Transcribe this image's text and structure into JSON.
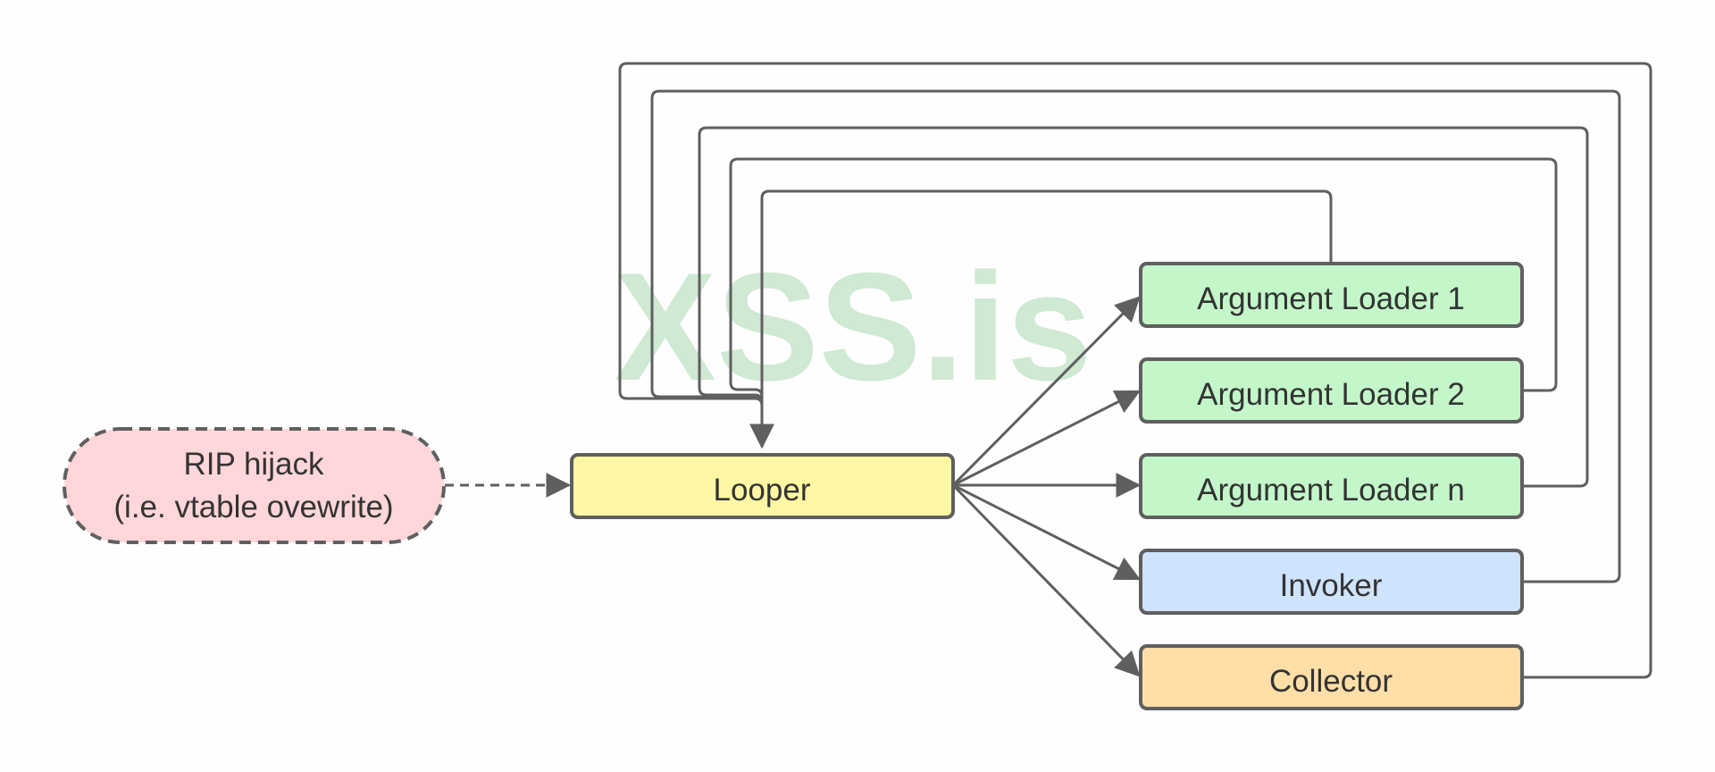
{
  "watermark": "XSS.is",
  "nodes": {
    "rip": {
      "line1": "RIP hijack",
      "line2": "(i.e. vtable ovewrite)"
    },
    "looper": {
      "label": "Looper"
    },
    "loader1": {
      "label": "Argument Loader 1"
    },
    "loader2": {
      "label": "Argument Loader 2"
    },
    "loadern": {
      "label": "Argument Loader n"
    },
    "invoker": {
      "label": "Invoker"
    },
    "collector": {
      "label": "Collector"
    }
  },
  "colors": {
    "stroke": "#5f5f5f",
    "rip_fill": "#ffd6d9",
    "looper_fill": "#fff7a3",
    "loader_fill": "#c3f7c9",
    "invoker_fill": "#cfe3fd",
    "collector_fill": "#ffdfa7",
    "watermark": "#cfe9d3"
  }
}
